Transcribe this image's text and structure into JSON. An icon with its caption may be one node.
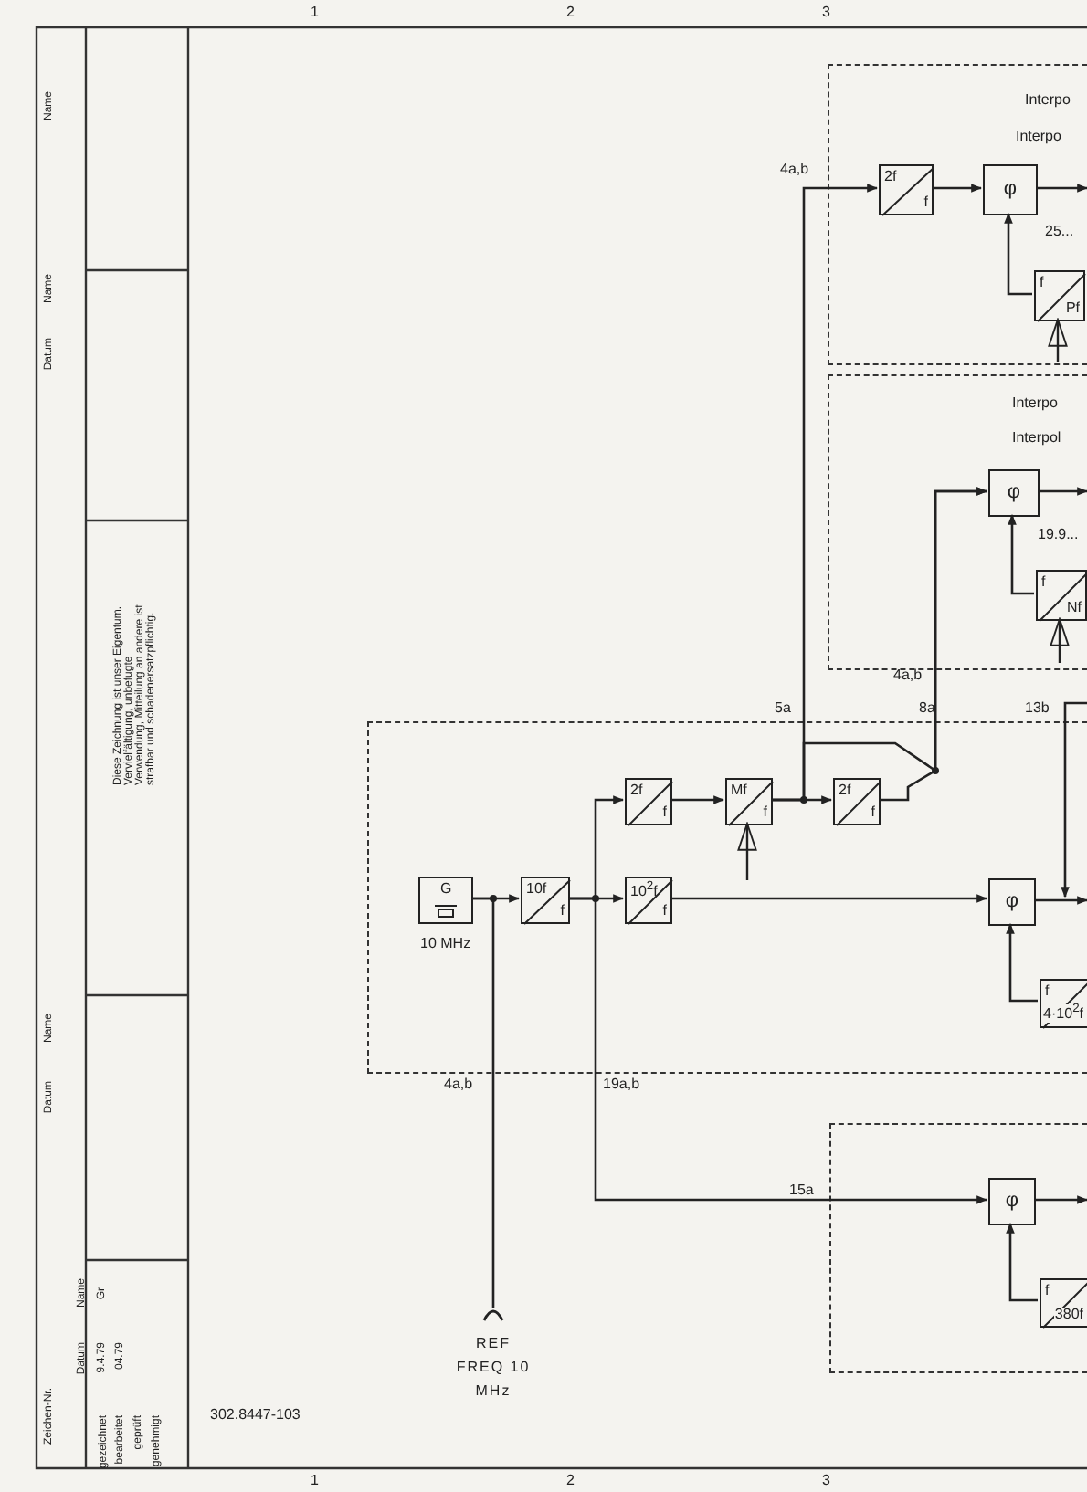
{
  "diagram": {
    "nodes": [
      {
        "text": [
          "Interpo",
          "Interpo"
        ]
      },
      {
        "text": [
          "2f",
          "f"
        ],
        "in": 0
      },
      {
        "text": [
          "φ"
        ],
        "in": 0
      },
      {
        "text": [
          "f",
          "Pf"
        ],
        "in": 0
      },
      {
        "text": [
          "Interpo",
          "Interpol"
        ]
      },
      {
        "text": [
          "φ"
        ],
        "in": 4
      },
      {
        "text": [
          "f",
          "Nf"
        ],
        "in": 4
      },
      {
        "text": [],
        "shape": "box"
      },
      {
        "text": [
          "G"
        ],
        "beside": [
          "10 MHz"
        ],
        "in": 7
      },
      {
        "text": [
          "10f",
          "f"
        ],
        "in": 7
      },
      {
        "text": [
          "2f",
          "f"
        ],
        "in": 7
      },
      {
        "text": [
          "Mf",
          "f"
        ],
        "in": 7
      },
      {
        "text": [
          "2f",
          "f"
        ],
        "in": 7
      },
      {
        "text": [
          "10$^{2}$f",
          "f"
        ],
        "in": 7
      },
      {
        "text": [
          "φ"
        ],
        "in": 7
      },
      {
        "text": [
          "f",
          "4·10$^{2}$f"
        ],
        "in": 7
      },
      {
        "text": [],
        "shape": "box"
      },
      {
        "text": [
          "φ"
        ],
        "in": 16
      },
      {
        "text": [
          "f",
          "380f"
        ],
        "in": 16
      },
      {
        "text": [
          "REF FREQ 10 MHz"
        ]
      }
    ],
    "edges": [
      {
        "from": 8,
        "to": 9,
        "arrow": "to"
      },
      {
        "from": 8,
        "to": 19,
        "arrow": "none"
      },
      {
        "from": 9,
        "to": 10,
        "arrow": "to"
      },
      {
        "from": 9,
        "to": 13,
        "arrow": "to"
      },
      {
        "from": 9,
        "to": 17,
        "arrow": "to"
      },
      {
        "from": 10,
        "to": 11,
        "arrow": "to"
      },
      {
        "from": 11,
        "to": 12,
        "arrow": "to"
      },
      {
        "from": 11,
        "to": 1,
        "arrow": "to"
      },
      {
        "from": 11,
        "to": 5,
        "arrow": "to"
      },
      {
        "from": 12,
        "to": 5,
        "arrow": "to"
      },
      {
        "from": null,
        "to": 11,
        "arrow": "to"
      },
      {
        "from": 1,
        "to": 2,
        "arrow": "to"
      },
      {
        "from": 3,
        "to": 2,
        "arrow": "to"
      },
      {
        "from": null,
        "to": 3,
        "arrow": "to"
      },
      {
        "from": 2,
        "to": null,
        "arrow": "to"
      },
      {
        "from": 6,
        "to": 5,
        "arrow": "to"
      },
      {
        "from": null,
        "to": 6,
        "arrow": "to"
      },
      {
        "from": 5,
        "to": null,
        "arrow": "to"
      },
      {
        "from": 13,
        "to": 14,
        "arrow": "to"
      },
      {
        "from": 15,
        "to": 14,
        "arrow": "to"
      },
      {
        "from": 14,
        "to": null,
        "arrow": "to"
      },
      {
        "from": null,
        "to": 14,
        "arrow": "to"
      },
      {
        "from": 18,
        "to": 17,
        "arrow": "to"
      },
      {
        "from": 17,
        "to": null,
        "arrow": "to"
      }
    ],
    "labels": [
      "1",
      "2",
      "3",
      "4a,b",
      "25...",
      "19.9...",
      "4a,b",
      "5a",
      "8a",
      "13b",
      "4a,b",
      "19a,b",
      "15a",
      "302.8447-103",
      "1",
      "2",
      "3",
      "Name",
      "Name",
      "Datum",
      "Name",
      "Datum",
      "Diese Zeichnung ist unser Eigentum. Vervielfältigung, unbefugte Verwendung, Mitteilung an andere ist strafbar und schadenersatzpflichtig.",
      "Zeichen-Nr.",
      "Datum",
      "Name",
      "gezeichnet",
      "9.4.79",
      "Gr",
      "bearbeitet",
      "04.79",
      "geprüft",
      "genehmigt"
    ]
  }
}
